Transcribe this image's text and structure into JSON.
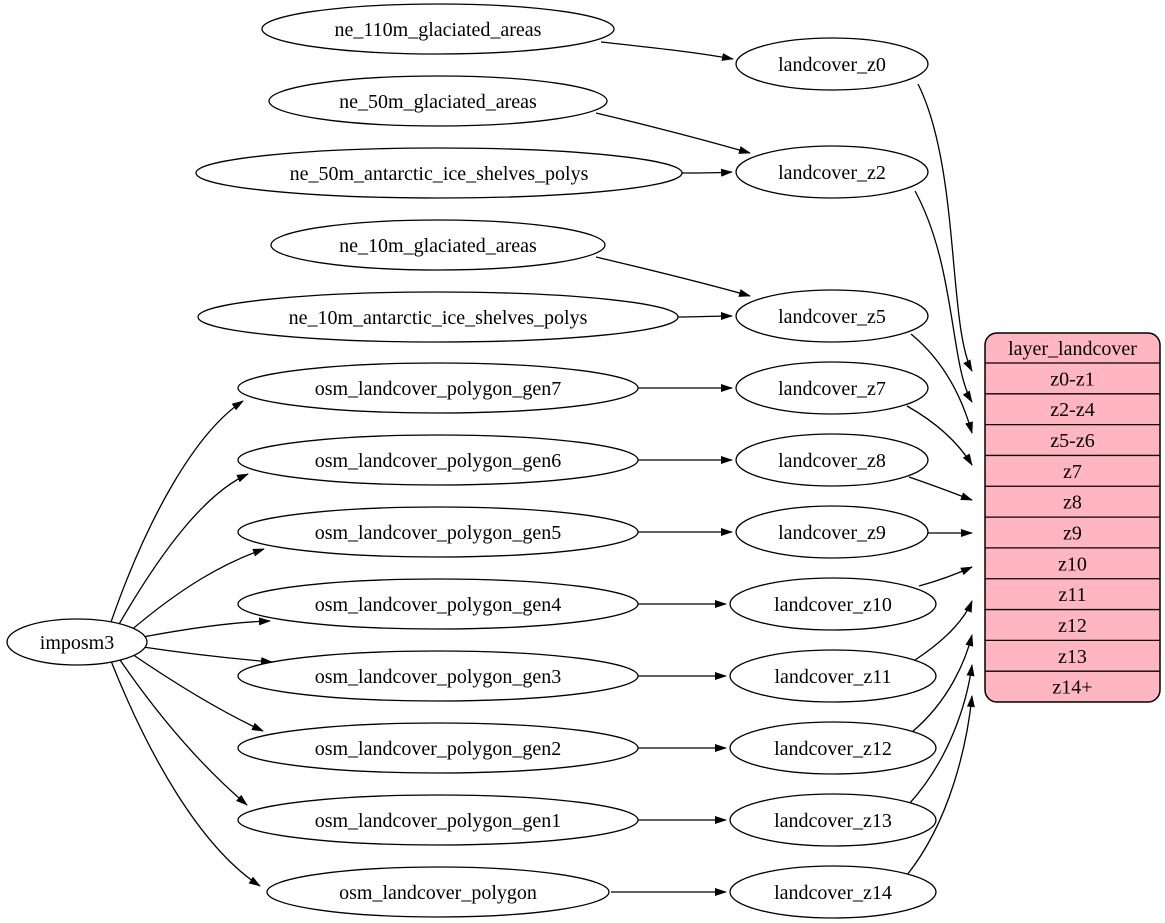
{
  "diagram": {
    "kind": "graphviz-dependency-graph",
    "colors": {
      "background": "#ffffff",
      "node_fill": "#ffffff",
      "stroke": "#000000",
      "record_fill": "#ffb6c1"
    },
    "nodes": [
      {
        "id": "imposm3",
        "label": "imposm3"
      },
      {
        "id": "ne_110m_glaciated_areas",
        "label": "ne_110m_glaciated_areas"
      },
      {
        "id": "ne_50m_glaciated_areas",
        "label": "ne_50m_glaciated_areas"
      },
      {
        "id": "ne_50m_antarctic_ice_shelves_polys",
        "label": "ne_50m_antarctic_ice_shelves_polys"
      },
      {
        "id": "ne_10m_glaciated_areas",
        "label": "ne_10m_glaciated_areas"
      },
      {
        "id": "ne_10m_antarctic_ice_shelves_polys",
        "label": "ne_10m_antarctic_ice_shelves_polys"
      },
      {
        "id": "osm_landcover_polygon_gen7",
        "label": "osm_landcover_polygon_gen7"
      },
      {
        "id": "osm_landcover_polygon_gen6",
        "label": "osm_landcover_polygon_gen6"
      },
      {
        "id": "osm_landcover_polygon_gen5",
        "label": "osm_landcover_polygon_gen5"
      },
      {
        "id": "osm_landcover_polygon_gen4",
        "label": "osm_landcover_polygon_gen4"
      },
      {
        "id": "osm_landcover_polygon_gen3",
        "label": "osm_landcover_polygon_gen3"
      },
      {
        "id": "osm_landcover_polygon_gen2",
        "label": "osm_landcover_polygon_gen2"
      },
      {
        "id": "osm_landcover_polygon_gen1",
        "label": "osm_landcover_polygon_gen1"
      },
      {
        "id": "osm_landcover_polygon",
        "label": "osm_landcover_polygon"
      },
      {
        "id": "landcover_z0",
        "label": "landcover_z0"
      },
      {
        "id": "landcover_z2",
        "label": "landcover_z2"
      },
      {
        "id": "landcover_z5",
        "label": "landcover_z5"
      },
      {
        "id": "landcover_z7",
        "label": "landcover_z7"
      },
      {
        "id": "landcover_z8",
        "label": "landcover_z8"
      },
      {
        "id": "landcover_z9",
        "label": "landcover_z9"
      },
      {
        "id": "landcover_z10",
        "label": "landcover_z10"
      },
      {
        "id": "landcover_z11",
        "label": "landcover_z11"
      },
      {
        "id": "landcover_z12",
        "label": "landcover_z12"
      },
      {
        "id": "landcover_z13",
        "label": "landcover_z13"
      },
      {
        "id": "landcover_z14",
        "label": "landcover_z14"
      }
    ],
    "record": {
      "id": "layer_landcover",
      "title": "layer_landcover",
      "rows": [
        "z0-z1",
        "z2-z4",
        "z5-z6",
        "z7",
        "z8",
        "z9",
        "z10",
        "z11",
        "z12",
        "z13",
        "z14+"
      ]
    },
    "edges": [
      {
        "from": "ne_110m_glaciated_areas",
        "to": "landcover_z0"
      },
      {
        "from": "ne_50m_glaciated_areas",
        "to": "landcover_z2"
      },
      {
        "from": "ne_50m_antarctic_ice_shelves_polys",
        "to": "landcover_z2"
      },
      {
        "from": "ne_10m_glaciated_areas",
        "to": "landcover_z5"
      },
      {
        "from": "ne_10m_antarctic_ice_shelves_polys",
        "to": "landcover_z5"
      },
      {
        "from": "imposm3",
        "to": "osm_landcover_polygon_gen7"
      },
      {
        "from": "imposm3",
        "to": "osm_landcover_polygon_gen6"
      },
      {
        "from": "imposm3",
        "to": "osm_landcover_polygon_gen5"
      },
      {
        "from": "imposm3",
        "to": "osm_landcover_polygon_gen4"
      },
      {
        "from": "imposm3",
        "to": "osm_landcover_polygon_gen3"
      },
      {
        "from": "imposm3",
        "to": "osm_landcover_polygon_gen2"
      },
      {
        "from": "imposm3",
        "to": "osm_landcover_polygon_gen1"
      },
      {
        "from": "imposm3",
        "to": "osm_landcover_polygon"
      },
      {
        "from": "osm_landcover_polygon_gen7",
        "to": "landcover_z7"
      },
      {
        "from": "osm_landcover_polygon_gen6",
        "to": "landcover_z8"
      },
      {
        "from": "osm_landcover_polygon_gen5",
        "to": "landcover_z9"
      },
      {
        "from": "osm_landcover_polygon_gen4",
        "to": "landcover_z10"
      },
      {
        "from": "osm_landcover_polygon_gen3",
        "to": "landcover_z11"
      },
      {
        "from": "osm_landcover_polygon_gen2",
        "to": "landcover_z12"
      },
      {
        "from": "osm_landcover_polygon_gen1",
        "to": "landcover_z13"
      },
      {
        "from": "osm_landcover_polygon",
        "to": "landcover_z14"
      },
      {
        "from": "landcover_z0",
        "to": "layer_landcover",
        "to_row": "z0-z1"
      },
      {
        "from": "landcover_z2",
        "to": "layer_landcover",
        "to_row": "z2-z4"
      },
      {
        "from": "landcover_z5",
        "to": "layer_landcover",
        "to_row": "z5-z6"
      },
      {
        "from": "landcover_z7",
        "to": "layer_landcover",
        "to_row": "z7"
      },
      {
        "from": "landcover_z8",
        "to": "layer_landcover",
        "to_row": "z8"
      },
      {
        "from": "landcover_z9",
        "to": "layer_landcover",
        "to_row": "z9"
      },
      {
        "from": "landcover_z10",
        "to": "layer_landcover",
        "to_row": "z10"
      },
      {
        "from": "landcover_z11",
        "to": "layer_landcover",
        "to_row": "z11"
      },
      {
        "from": "landcover_z12",
        "to": "layer_landcover",
        "to_row": "z12"
      },
      {
        "from": "landcover_z13",
        "to": "layer_landcover",
        "to_row": "z13"
      },
      {
        "from": "landcover_z14",
        "to": "layer_landcover",
        "to_row": "z14+"
      }
    ]
  }
}
